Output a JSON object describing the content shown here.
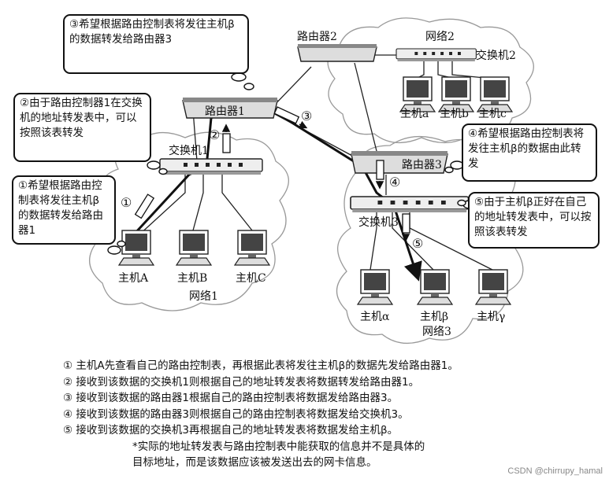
{
  "callouts": {
    "c3": "③希望根据路由控制表将发往主机β的数据转发给路由器3",
    "c2": "②由于路由控制器1在交换机的地址转发表中，可以按照该表转发",
    "c1": "①希望根据路由控制表将发往主机β的数据转发给路由器1",
    "c4": "④希望根据路由控制表将发往主机β的数据由此转发",
    "c5": "⑤由于主机β正好在自己的地址转发表中，可以按照该表转发"
  },
  "devices": {
    "router1": "路由器1",
    "router2": "路由器2",
    "router3": "路由器3",
    "switch1": "交换机1",
    "switch2": "交换机2",
    "switch3": "交换机3"
  },
  "hosts": {
    "hostA": "主机A",
    "hostB": "主机B",
    "hostC": "主机C",
    "hosta": "主机a",
    "hostb": "主机b",
    "hostc": "主机c",
    "hostAlpha": "主机α",
    "hostBeta": "主机β",
    "hostGamma": "主机γ"
  },
  "networks": {
    "net1": "网络1",
    "net2": "网络2",
    "net3": "网络3"
  },
  "steps": {
    "s1": "①",
    "s2": "②",
    "s3": "③",
    "s4": "④",
    "s5": "⑤"
  },
  "notes": [
    "① 主机A先查看自己的路由控制表，再根据此表将发往主机β的数据先发给路由器1。",
    "② 接收到该数据的交换机1则根据自己的地址转发表将数据转发给路由器1。",
    "③ 接收到该数据的路由器1根据自己的路由控制表将数据发给路由器3。",
    "④ 接收到该数据的路由器3则根据自己的路由控制表将数据发给交换机3。",
    "⑤ 接收到该数据的交换机3再根据自己的地址转发表将数据发给主机β。"
  ],
  "footnote1": "*实际的地址转发表与路由控制表中能获取的信息并不是具体的",
  "footnote2": "目标地址，而是该数据应该被发送出去的网卡信息。",
  "watermark": "CSDN @chirrupy_hamal"
}
